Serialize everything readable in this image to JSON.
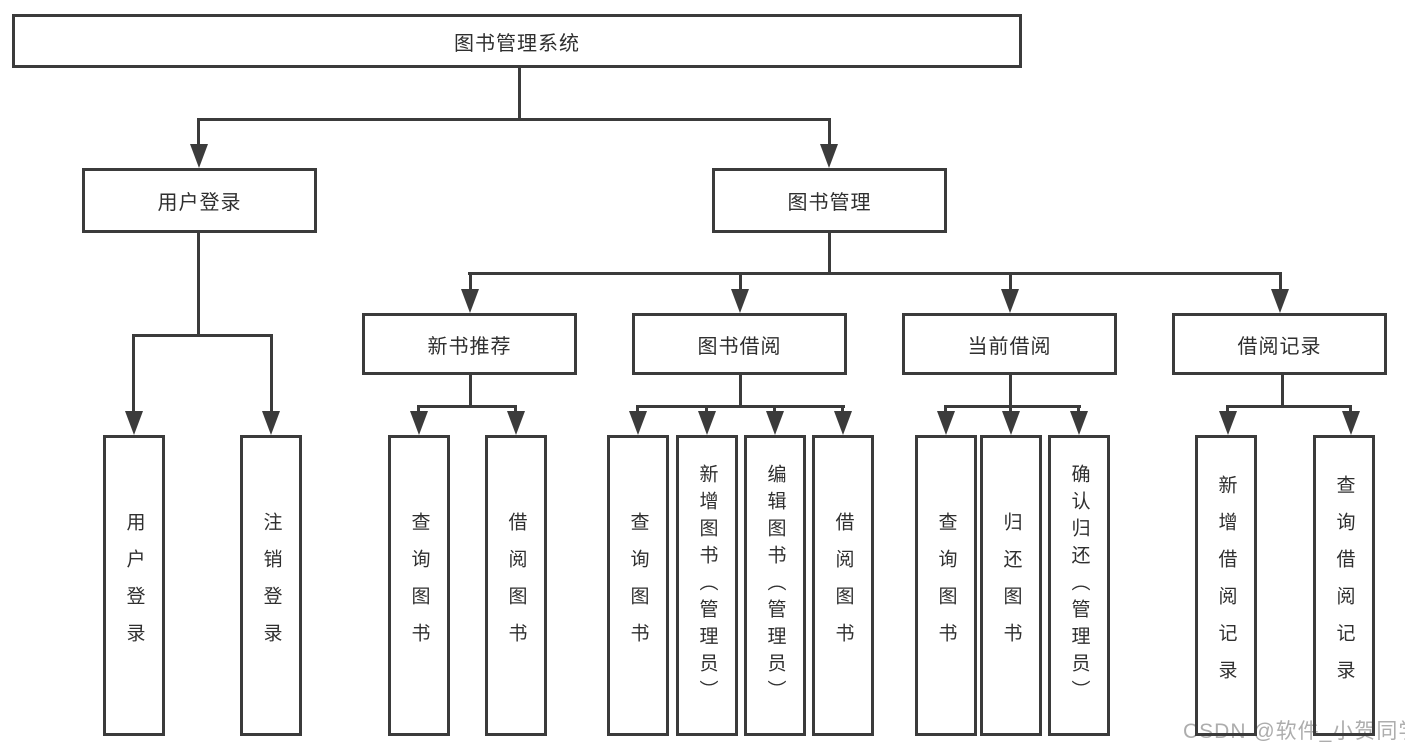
{
  "colors": {
    "line": "#3b3b3b",
    "text": "#2f2f2f",
    "watermark": "#adadad",
    "background": "#ffffff"
  },
  "tree": {
    "root": {
      "label": "图书管理系统"
    },
    "branches": [
      {
        "label": "用户登录",
        "children": [
          {
            "label": "用户登录"
          },
          {
            "label": "注销登录"
          }
        ]
      },
      {
        "label": "图书管理",
        "sections": [
          {
            "label": "新书推荐",
            "children": [
              {
                "label": "查询图书"
              },
              {
                "label": "借阅图书"
              }
            ]
          },
          {
            "label": "图书借阅",
            "children": [
              {
                "label": "查询图书"
              },
              {
                "label": "新增图书（管理员）"
              },
              {
                "label": "编辑图书（管理员）"
              },
              {
                "label": "借阅图书"
              }
            ]
          },
          {
            "label": "当前借阅",
            "children": [
              {
                "label": "查询图书"
              },
              {
                "label": "归还图书"
              },
              {
                "label": "确认归还（管理员）"
              }
            ]
          },
          {
            "label": "借阅记录",
            "children": [
              {
                "label": "新增借阅记录"
              },
              {
                "label": "查询借阅记录"
              }
            ]
          }
        ]
      }
    ]
  },
  "watermark": {
    "text": "CSDN @软件_小贺同学"
  }
}
